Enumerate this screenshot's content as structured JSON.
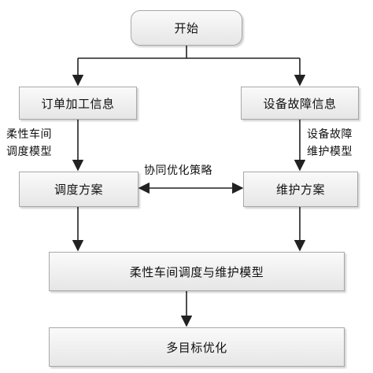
{
  "nodes": {
    "start": "开始",
    "order_info": "订单加工信息",
    "equipment_fault": "设备故障信息",
    "schedule_plan": "调度方案",
    "maintenance_plan": "维护方案",
    "integrated_model": "柔性车间调度与维护模型",
    "multi_objective": "多目标优化"
  },
  "edge_labels": {
    "left_line1": "柔性车间",
    "left_line2": "调度模型",
    "right_line1": "设备故障",
    "right_line2": "维护模型",
    "collaborative": "协同优化策略"
  }
}
